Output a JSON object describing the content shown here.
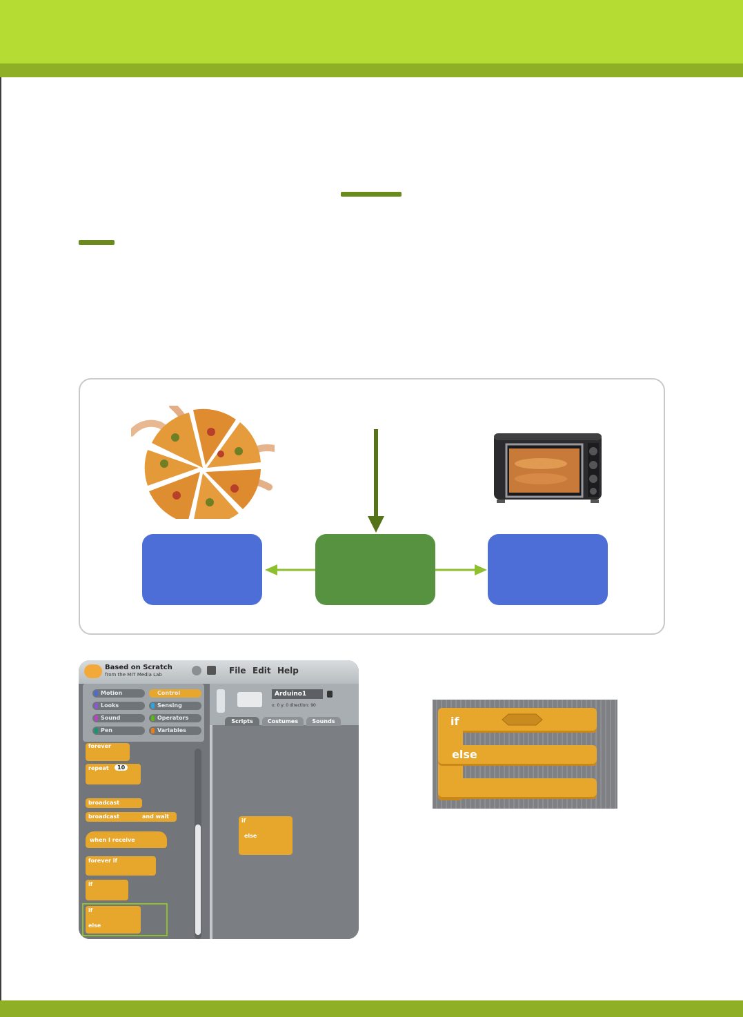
{
  "colors": {
    "header_light": "#b5dc33",
    "header_dark": "#8faf26",
    "box_blue": "#4d6ed7",
    "box_green": "#56923f",
    "arrow_dark": "#55741a",
    "arrow_light": "#8dbf2f",
    "block_orange": "#e7a62c"
  },
  "scratch": {
    "title": "Based on Scratch",
    "subtitle": "from the MIT Media Lab",
    "menu": [
      "File",
      "Edit",
      "Help"
    ],
    "categories_left": [
      "Motion",
      "Looks",
      "Sound",
      "Pen"
    ],
    "categories_right": [
      "Control",
      "Sensing",
      "Operators",
      "Variables"
    ],
    "sprite_name": "Arduino1",
    "sprite_info": "x: 0    y: 0    direction: 90",
    "tabs": [
      "Scripts",
      "Costumes",
      "Sounds"
    ],
    "palette_blocks": [
      "forever",
      "repeat",
      "broadcast",
      "broadcast",
      "when I receive",
      "forever if",
      "if",
      "if",
      "else"
    ],
    "repeat_value": "10",
    "broadcast_wait": "and wait",
    "script_blocks": [
      "if",
      "else"
    ]
  },
  "ifelse_block": {
    "if_label": "if",
    "else_label": "else"
  }
}
